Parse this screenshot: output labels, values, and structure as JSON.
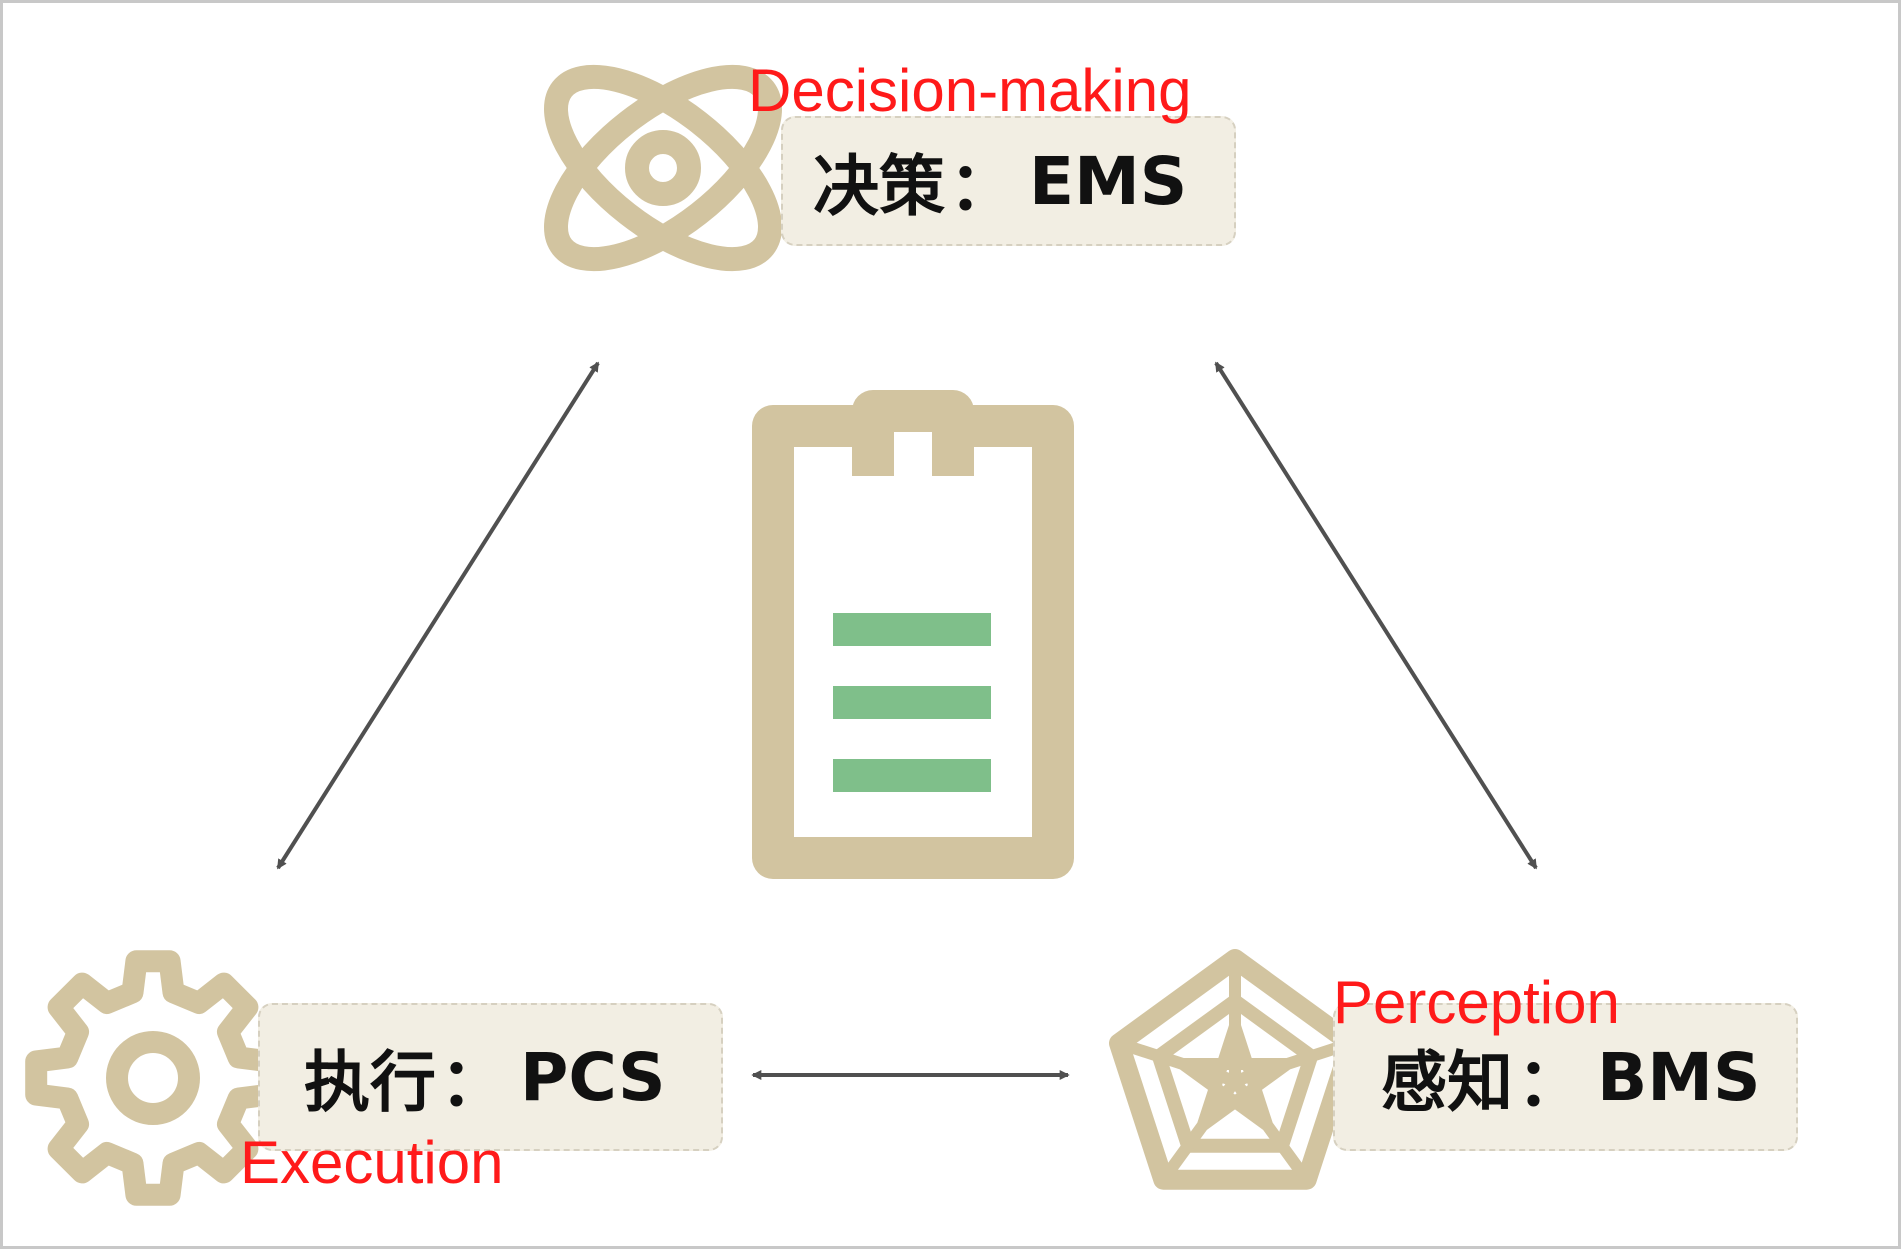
{
  "colors": {
    "icon": "#d2c4a0",
    "battery_bar": "#7fbf8a",
    "arrow": "#505050",
    "label_bg": "#f2eee3",
    "english_label": "#ff1a1a"
  },
  "nodes": {
    "decision": {
      "icon": "atom-icon",
      "cn_label": "决策",
      "separator": "：",
      "system": "EMS",
      "en_label": "Decision-making"
    },
    "execution": {
      "icon": "gear-icon",
      "cn_label": "执行",
      "separator": "：",
      "system": "PCS",
      "en_label": "Execution"
    },
    "perception": {
      "icon": "pentagon-web-icon",
      "cn_label": "感知",
      "separator": "：",
      "system": "BMS",
      "en_label": "Perception"
    }
  },
  "center": {
    "icon": "battery-icon",
    "level_bars": 3
  },
  "connections": [
    {
      "from": "decision",
      "to": "execution",
      "style": "bidirectional"
    },
    {
      "from": "decision",
      "to": "perception",
      "style": "bidirectional"
    },
    {
      "from": "execution",
      "to": "perception",
      "style": "bidirectional"
    }
  ]
}
